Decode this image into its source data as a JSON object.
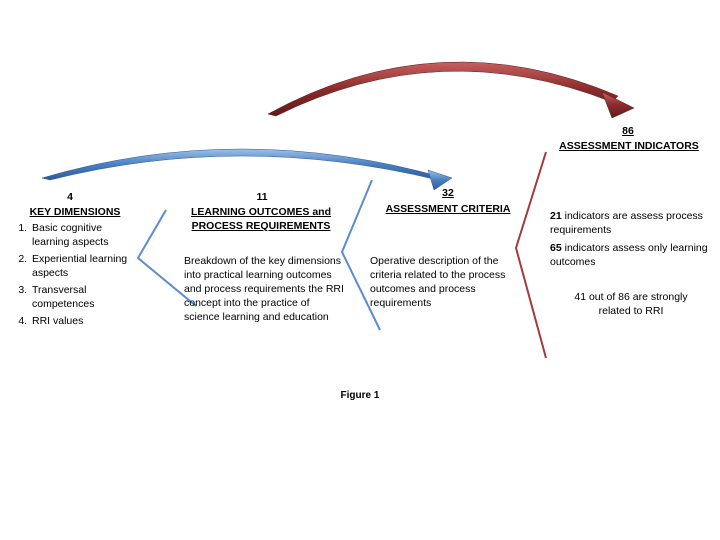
{
  "colors": {
    "blue_arc": "#4a7fc1",
    "red_arc": "#8b2b2b",
    "blue_line": "#5b8bd0",
    "red_line": "#a33a3a"
  },
  "stages": {
    "key_dimensions": {
      "count": "4",
      "title": "KEY DIMENSIONS",
      "items": [
        "Basic cognitive learning aspects",
        "Experiential learning aspects",
        "Transversal competences",
        "RRI values"
      ]
    },
    "learning_outcomes": {
      "count": "11",
      "title_line1": "LEARNING OUTCOMES and",
      "title_line2": "PROCESS REQUIREMENTS",
      "description": "Breakdown of the key dimensions into practical learning outcomes and process requirements  the RRI concept into the practice of science learning and education"
    },
    "assessment_criteria": {
      "count": "32",
      "title": "ASSESSMENT CRITERIA",
      "description": "Operative description of the criteria related to the process outcomes and process requirements"
    },
    "assessment_indicators": {
      "count": "86",
      "title": "ASSESSMENT INDICATORS",
      "line1_num": "21",
      "line1_text": " indicators are assess process requirements",
      "line2_num": "65",
      "line2_text": " indicators assess only learning outcomes",
      "rri_note": "41 out of 86 are strongly related to RRI"
    }
  },
  "caption": "Figure 1"
}
